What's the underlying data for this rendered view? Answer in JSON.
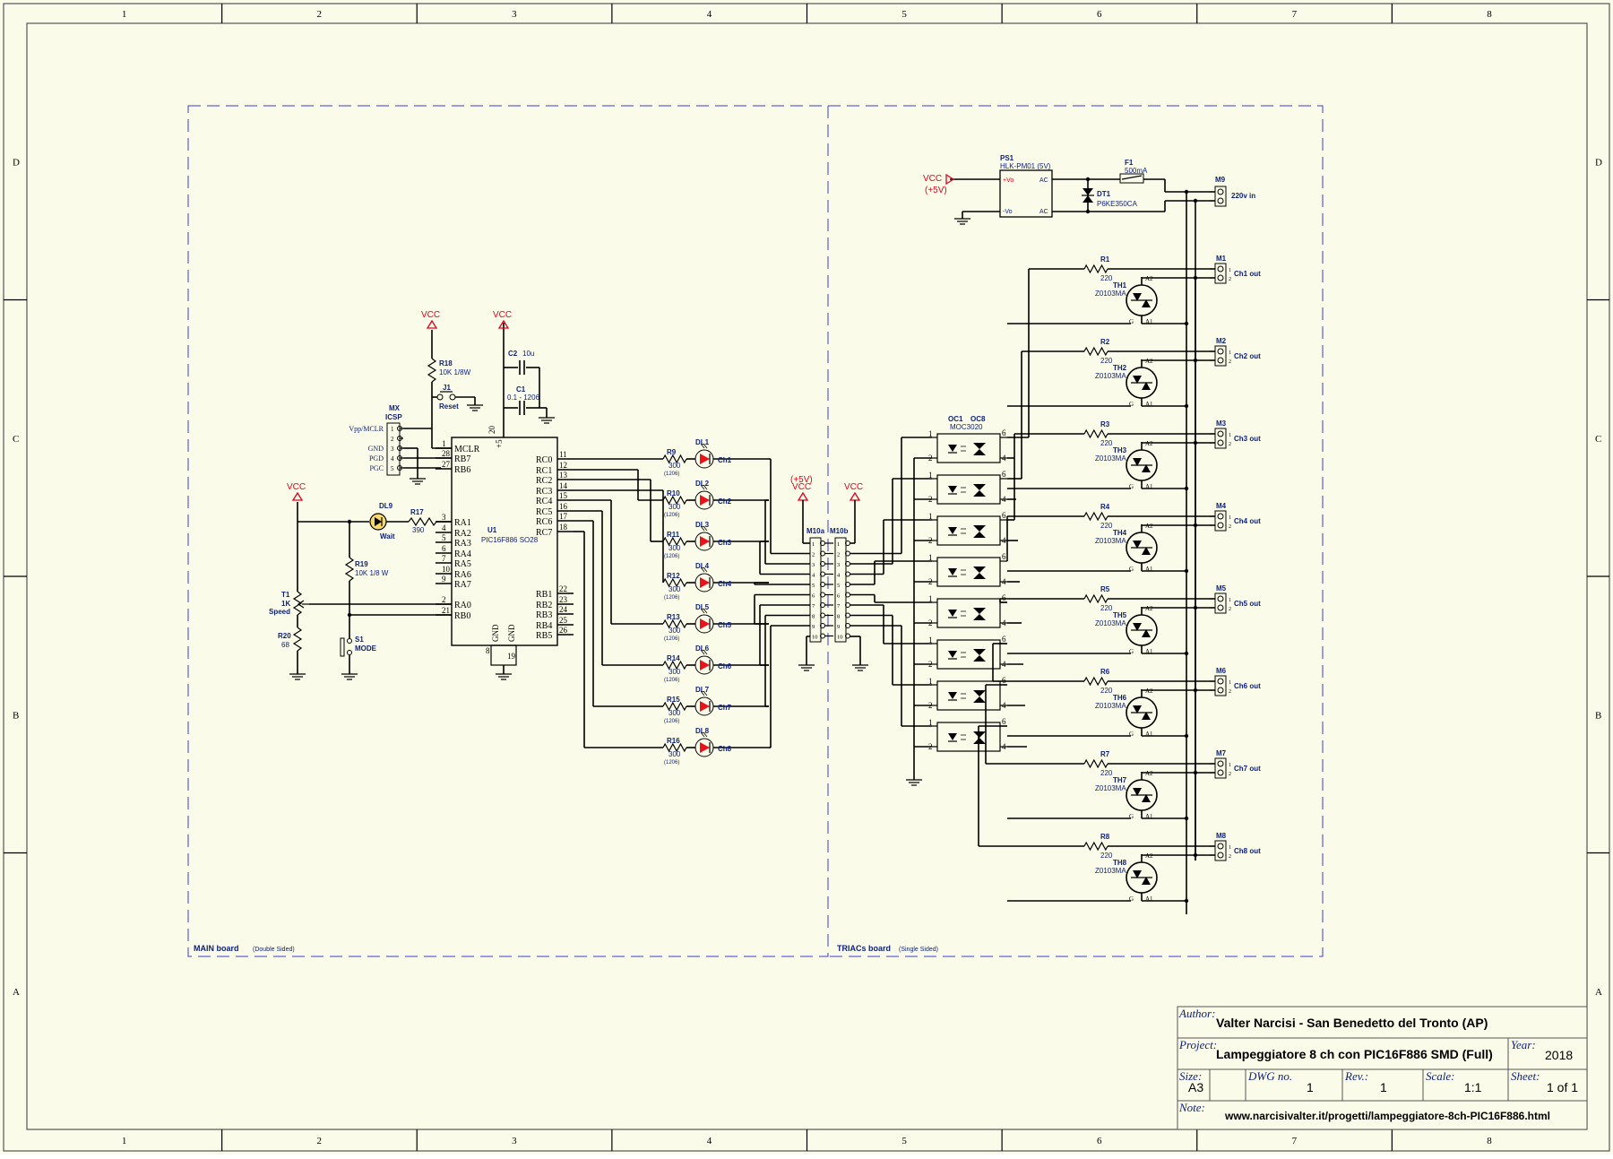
{
  "frame": {
    "col_labels": [
      "1",
      "2",
      "3",
      "4",
      "5",
      "6",
      "7",
      "8"
    ],
    "row_labels": [
      "D",
      "C",
      "B",
      "A"
    ],
    "background": "#fbfbe9",
    "border_color": "#555555",
    "board_border_color": "#3b3bd6"
  },
  "boards": {
    "main": {
      "name": "MAIN board",
      "note": "(Double Sided)"
    },
    "triacs": {
      "name": "TRIACs board",
      "note": "(Single Sided)"
    }
  },
  "mcu": {
    "ref": "U1",
    "part": "PIC16F886 SO28",
    "left_pins": [
      {
        "num": "1",
        "name": "MCLR"
      },
      {
        "num": "28",
        "name": "RB7"
      },
      {
        "num": "27",
        "name": "RB6"
      },
      {
        "num": "3",
        "name": "RA1"
      },
      {
        "num": "4",
        "name": "RA2"
      },
      {
        "num": "5",
        "name": "RA3"
      },
      {
        "num": "6",
        "name": "RA4"
      },
      {
        "num": "7",
        "name": "RA5"
      },
      {
        "num": "10",
        "name": "RA6"
      },
      {
        "num": "9",
        "name": "RA7"
      },
      {
        "num": "2",
        "name": "RA0"
      },
      {
        "num": "21",
        "name": "RB0"
      }
    ],
    "right_pins": [
      {
        "num": "11",
        "name": "RC0"
      },
      {
        "num": "12",
        "name": "RC1"
      },
      {
        "num": "13",
        "name": "RC2"
      },
      {
        "num": "14",
        "name": "RC3"
      },
      {
        "num": "15",
        "name": "RC4"
      },
      {
        "num": "16",
        "name": "RC5"
      },
      {
        "num": "17",
        "name": "RC6"
      },
      {
        "num": "18",
        "name": "RC7"
      },
      {
        "num": "22",
        "name": "RB1"
      },
      {
        "num": "23",
        "name": "RB2"
      },
      {
        "num": "24",
        "name": "RB3"
      },
      {
        "num": "25",
        "name": "RB4"
      },
      {
        "num": "26",
        "name": "RB5"
      }
    ],
    "vdd_pin": "20",
    "vdd_name": "+5",
    "gnd_pins": [
      {
        "num": "8",
        "name": "GND"
      },
      {
        "num": "19",
        "name": "GND"
      }
    ]
  },
  "power_symbols": {
    "vcc": "VCC",
    "vcc5": "(+5V)"
  },
  "parts": {
    "r18": {
      "ref": "R18",
      "val": "10K 1/8W"
    },
    "j1": {
      "ref": "J1",
      "val": "Reset"
    },
    "c2": {
      "ref": "C2",
      "val": "10u"
    },
    "c1": {
      "ref": "C1",
      "val": "0.1 - 1206"
    },
    "mx": {
      "ref": "MX",
      "val": "ICSP",
      "pins": [
        "Vpp/MCLR",
        "",
        "GND",
        "PGD",
        "PGC"
      ],
      "nums": [
        "1",
        "2",
        "3",
        "4",
        "5"
      ]
    },
    "dl9": {
      "ref": "DL9",
      "val": "Wait"
    },
    "r17": {
      "ref": "R17",
      "val": "390"
    },
    "r19": {
      "ref": "R19",
      "val": "10K 1/8 W"
    },
    "t1": {
      "ref": "T1",
      "val": "1K",
      "sub": "Speed"
    },
    "r20": {
      "ref": "R20",
      "val": "68"
    },
    "s1": {
      "ref": "S1",
      "val": "MODE"
    },
    "ps1": {
      "ref": "PS1",
      "val": "HLK-PM01 (5V)",
      "p1": "+Vo",
      "p2": "-Vo",
      "ac": "AC"
    },
    "f1": {
      "ref": "F1",
      "val": "500mA"
    },
    "dt1": {
      "ref": "DT1",
      "val": "P6KE350CA"
    },
    "m9": {
      "ref": "M9",
      "val": "220v in"
    },
    "m10a": {
      "ref": "M10a"
    },
    "m10b": {
      "ref": "M10b"
    },
    "oc_header": {
      "a": "OC1",
      "b": "OC8",
      "part": "MOC3020"
    },
    "pin_nums_10": [
      "1",
      "2",
      "3",
      "4",
      "5",
      "6",
      "7",
      "8",
      "9",
      "10"
    ],
    "triac_pin_g": "G",
    "triac_pin_a1": "A1",
    "triac_pin_a2": "A2",
    "oc_pin_1": "1",
    "oc_pin_2": "2",
    "oc_pin_4": "4",
    "oc_pin_6": "6",
    "conn_pin_1": "1",
    "conn_pin_2": "2"
  },
  "led_channels": [
    {
      "r": "R9",
      "rv": "300",
      "pkg": "(1206)",
      "dl": "DL1",
      "ch": "Ch1"
    },
    {
      "r": "R10",
      "rv": "300",
      "pkg": "(1206)",
      "dl": "DL2",
      "ch": "Ch2"
    },
    {
      "r": "R11",
      "rv": "300",
      "pkg": "(1206)",
      "dl": "DL3",
      "ch": "Ch3"
    },
    {
      "r": "R12",
      "rv": "300",
      "pkg": "(1206)",
      "dl": "DL4",
      "ch": "Ch4"
    },
    {
      "r": "R13",
      "rv": "300",
      "pkg": "(1206)",
      "dl": "DL5",
      "ch": "Ch5"
    },
    {
      "r": "R14",
      "rv": "300",
      "pkg": "(1206)",
      "dl": "DL6",
      "ch": "Ch6"
    },
    {
      "r": "R15",
      "rv": "300",
      "pkg": "(1206)",
      "dl": "DL7",
      "ch": "Ch7"
    },
    {
      "r": "R16",
      "rv": "300",
      "pkg": "(1206)",
      "dl": "DL8",
      "ch": "Ch8"
    }
  ],
  "triac_channels": [
    {
      "r": "R1",
      "rv": "220",
      "th": "TH1",
      "part": "Z0103MA",
      "m": "M1",
      "out": "Ch1 out"
    },
    {
      "r": "R2",
      "rv": "220",
      "th": "TH2",
      "part": "Z0103MA",
      "m": "M2",
      "out": "Ch2 out"
    },
    {
      "r": "R3",
      "rv": "220",
      "th": "TH3",
      "part": "Z0103MA",
      "m": "M3",
      "out": "Ch3 out"
    },
    {
      "r": "R4",
      "rv": "220",
      "th": "TH4",
      "part": "Z0103MA",
      "m": "M4",
      "out": "Ch4 out"
    },
    {
      "r": "R5",
      "rv": "220",
      "th": "TH5",
      "part": "Z0103MA",
      "m": "M5",
      "out": "Ch5 out"
    },
    {
      "r": "R6",
      "rv": "220",
      "th": "TH6",
      "part": "Z0103MA",
      "m": "M6",
      "out": "Ch6 out"
    },
    {
      "r": "R7",
      "rv": "220",
      "th": "TH7",
      "part": "Z0103MA",
      "m": "M7",
      "out": "Ch7 out"
    },
    {
      "r": "R8",
      "rv": "220",
      "th": "TH8",
      "part": "Z0103MA",
      "m": "M8",
      "out": "Ch8 out"
    }
  ],
  "title_block": {
    "author_label": "Author:",
    "author": "Valter Narcisi - San Benedetto del Tronto (AP)",
    "project_label": "Project:",
    "project": "Lampeggiatore 8 ch con PIC16F886 SMD (Full)",
    "year_label": "Year:",
    "year": "2018",
    "size_label": "Size:",
    "size": "A3",
    "dwg_label": "DWG no.",
    "dwg": "1",
    "rev_label": "Rev.:",
    "rev": "1",
    "scale_label": "Scale:",
    "scale": "1:1",
    "sheet_label": "Sheet:",
    "sheet": "1 of 1",
    "note_label": "Note:",
    "note": "www.narcisivalter.it/progetti/lampeggiatore-8ch-PIC16F886.html"
  },
  "colors": {
    "led_red": "#e8141b",
    "wire": "#000000",
    "text_blue": "#0b1f7a",
    "vcc_red": "#e0001a",
    "led_yellow": "#f5d96b"
  }
}
